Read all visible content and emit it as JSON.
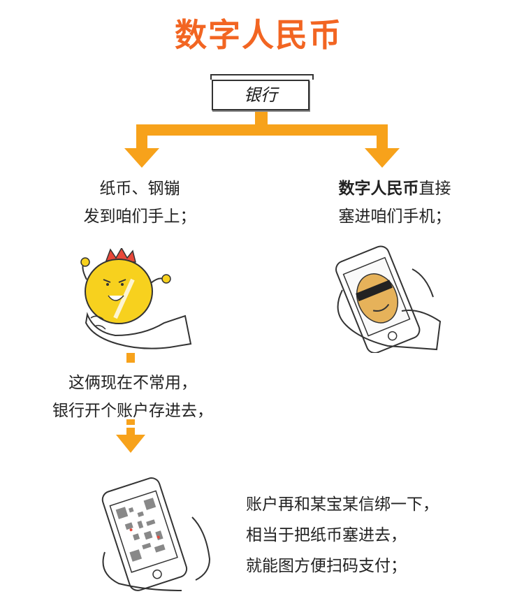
{
  "title": "数字人民币",
  "bank_label": "银行",
  "left_branch": {
    "line1": "纸币、钢镚",
    "line2": "发到咱们手上；"
  },
  "right_branch": {
    "bold": "数字人民币",
    "line1_rest": "直接",
    "line2": "塞进咱们手机；"
  },
  "middle": {
    "line1": "这俩现在不常用，",
    "line2": "银行开个账户存进去，"
  },
  "bottom": {
    "line1": "账户再和某宝某信绑一下，",
    "line2": "相当于把纸币塞进去，",
    "line3": "就能图方便扫码支付；"
  },
  "colors": {
    "title": "#f26522",
    "arrow": "#f7a21b"
  },
  "icons": {
    "coin": "coin-character-icon",
    "phone_right": "phone-sunglasses-icon",
    "phone_bottom": "phone-qrcode-icon"
  }
}
